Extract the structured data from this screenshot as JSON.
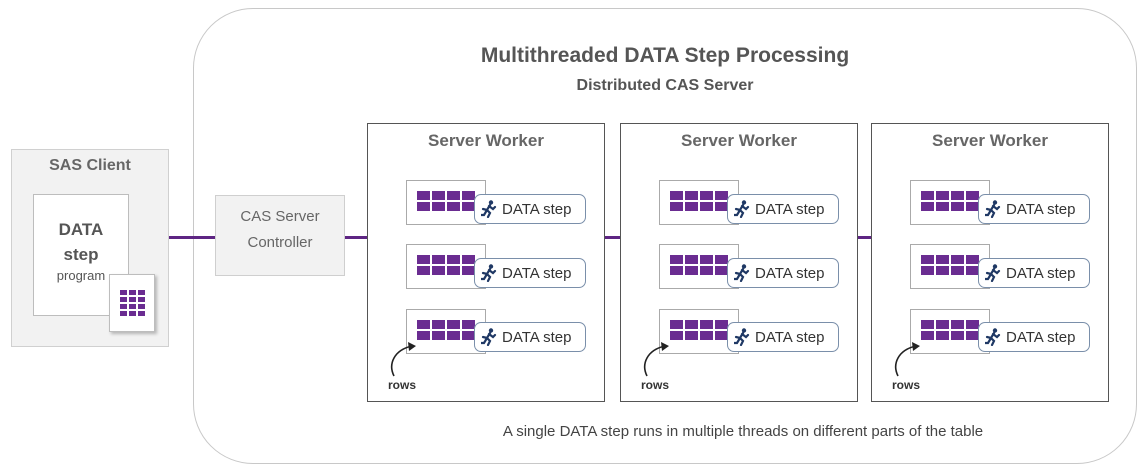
{
  "diagram": {
    "title": "Multithreaded DATA Step Processing",
    "subtitle": "Distributed CAS Server",
    "client": {
      "label": "SAS Client",
      "program_line1": "DATA",
      "program_line2": "step",
      "program_line3": "program",
      "table_icon": "table-grid-icon"
    },
    "controller": {
      "line1": "CAS Server",
      "line2": "Controller"
    },
    "workers": [
      {
        "title": "Server Worker",
        "steps": [
          "DATA step",
          "DATA step",
          "DATA step"
        ],
        "rows_label": "rows"
      },
      {
        "title": "Server Worker",
        "steps": [
          "DATA step",
          "DATA step",
          "DATA step"
        ],
        "rows_label": "rows"
      },
      {
        "title": "Server Worker",
        "steps": [
          "DATA step",
          "DATA step",
          "DATA step"
        ],
        "rows_label": "rows"
      }
    ],
    "footer": "A single DATA step runs in multiple threads on different parts of the table",
    "icons": {
      "step": "running-figure-icon",
      "table": "table-grid-icon",
      "rows": "curved-arrow-icon"
    },
    "colors": {
      "accent": "#6a2c91",
      "connector": "#5e2583",
      "step_icon": "#1f3864"
    }
  }
}
